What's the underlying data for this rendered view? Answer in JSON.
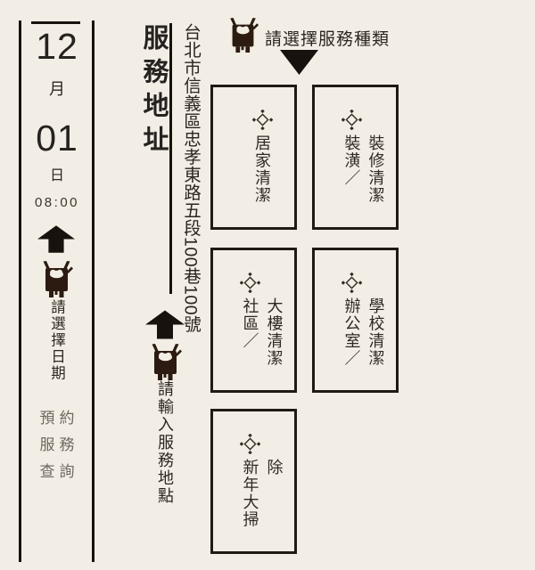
{
  "theme": {
    "background": "#f3eee5",
    "line_ink": "#17120d",
    "text_ink": "#2b2620",
    "muted_text": "#6e6860",
    "robot_brown": "#2b1b10"
  },
  "icons": {
    "robot": "robot-mascot-icon",
    "ornament": "diamond-ornament-icon",
    "up_arrow": "home-up-arrow-icon",
    "down_arrow": "down-arrow-icon"
  },
  "date_panel": {
    "month_value": "12",
    "month_unit": "月",
    "day_value": "01",
    "day_unit": "日",
    "time": "08:00",
    "prompt": "請選擇日期",
    "menu_lines": [
      "預約",
      "服務",
      "查詢"
    ]
  },
  "address_panel": {
    "title": "服務地址",
    "address": "台北市信義區忠孝東路五段100巷100號",
    "prompt": "請輸入服務地點"
  },
  "service_panel": {
    "prompt": "請選擇服務種類",
    "options": [
      {
        "name": "home-cleaning",
        "lines": [
          "居家清潔"
        ]
      },
      {
        "name": "renovation-cleaning",
        "lines": [
          "裝潢／",
          "裝修清潔"
        ]
      },
      {
        "name": "community-building-cleaning",
        "lines": [
          "社區／",
          "大樓清潔"
        ]
      },
      {
        "name": "office-school-cleaning",
        "lines": [
          "辦公室／",
          "學校清潔"
        ]
      },
      {
        "name": "new-year-cleaning",
        "lines": [
          "新年大掃",
          "除"
        ]
      }
    ]
  }
}
